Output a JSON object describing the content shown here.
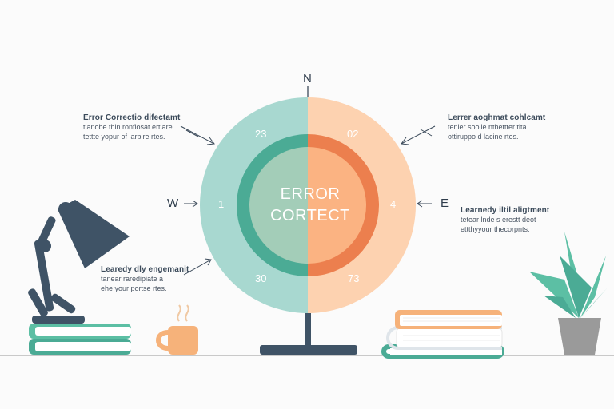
{
  "compass": {
    "north": "N",
    "west": "W",
    "east": "E"
  },
  "center": {
    "line1": "ERROR",
    "line2": "CORTECT"
  },
  "ring_numbers": {
    "top_left": "23",
    "top_right": "02",
    "left": "1",
    "right": "4",
    "bottom_left": "30",
    "bottom_right": "73"
  },
  "callouts": {
    "top_left": {
      "title": "Error Correctio difectamt",
      "line1": "tlanobe thin ronfiosat ertlare",
      "line2": "tettte yopur of larbire rtes."
    },
    "top_right": {
      "title": "Lerrer aoghmat cohlcamt",
      "line1": "tenier soolie nthettter tlta",
      "line2": "ottiruppo d lacine rtes."
    },
    "right": {
      "title": "Learnedy iltil aligtment",
      "line1": "tetear lnde s erestt deot",
      "line2": "ettthyyour thecorpnts."
    },
    "bottom_left": {
      "title": "Learedy dly engemanit",
      "line1": "tanear raredipiate a",
      "line2": "ehe your portse rtes."
    }
  },
  "colors": {
    "teal_light": "#a8d8d0",
    "teal_dark": "#4bab95",
    "peach_light": "#fdd2b0",
    "orange_dark": "#ec7f4e",
    "navy": "#3f5366",
    "pot_gray": "#9a9a9a",
    "plant_green": "#5cbfa4"
  }
}
